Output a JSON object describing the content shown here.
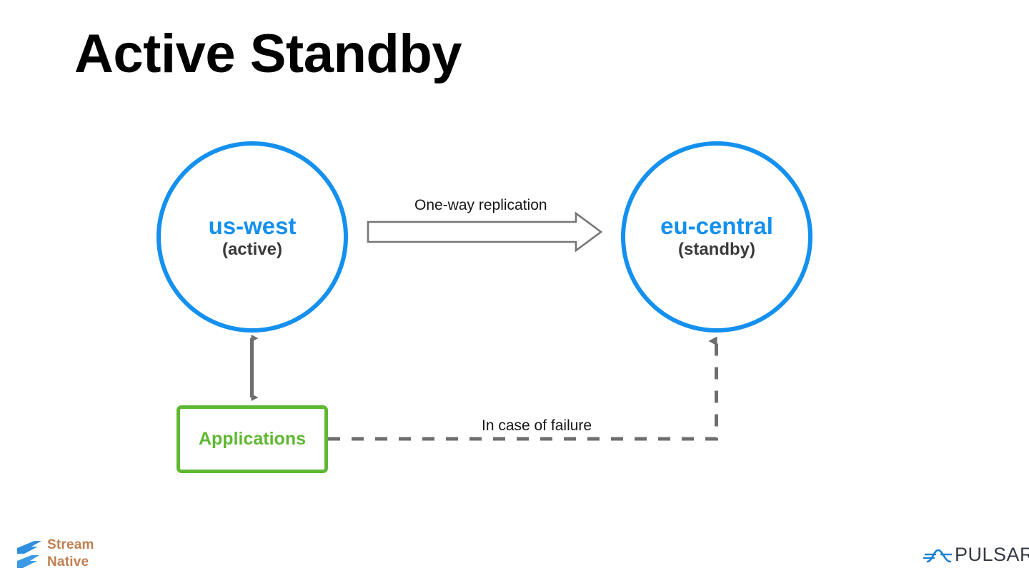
{
  "slide": {
    "title": "Active Standby",
    "background_color": "#ffffff"
  },
  "colors": {
    "node_blue": "#1490EF",
    "app_green": "#5FB832",
    "edge_gray": "#6E6E6E",
    "text_dark": "#3A3A3A",
    "title_black": "#000000",
    "streamnative_text": "#C07F4F",
    "streamnative_mark": "#2F8FDE",
    "pulsar_text": "#343A44",
    "pulsar_mark": "#1B7FD4"
  },
  "diagram": {
    "nodes": [
      {
        "id": "us-west",
        "name": "us-west",
        "role": "(active)",
        "shape": "circle"
      },
      {
        "id": "eu-central",
        "name": "eu-central",
        "role": "(standby)",
        "shape": "circle"
      }
    ],
    "app_box": {
      "label": "Applications",
      "shape": "rounded-rect"
    },
    "edges": [
      {
        "id": "replication",
        "label": "One-way replication",
        "from": "us-west",
        "to": "eu-central",
        "style": "block-arrow",
        "direction": "one-way"
      },
      {
        "id": "app-to-active",
        "label": "",
        "from": "Applications",
        "to": "us-west",
        "style": "solid",
        "direction": "bidirectional"
      },
      {
        "id": "failover",
        "label": "In case of failure",
        "from": "Applications",
        "to": "eu-central",
        "style": "dashed",
        "direction": "one-way"
      }
    ]
  },
  "footer": {
    "streamnative": {
      "line1": "Stream",
      "line2": "Native",
      "mark_name": "streamnative-logo-icon"
    },
    "pulsar": {
      "wordmark": "PULSAR",
      "mark_name": "pulsar-logo-icon"
    }
  }
}
